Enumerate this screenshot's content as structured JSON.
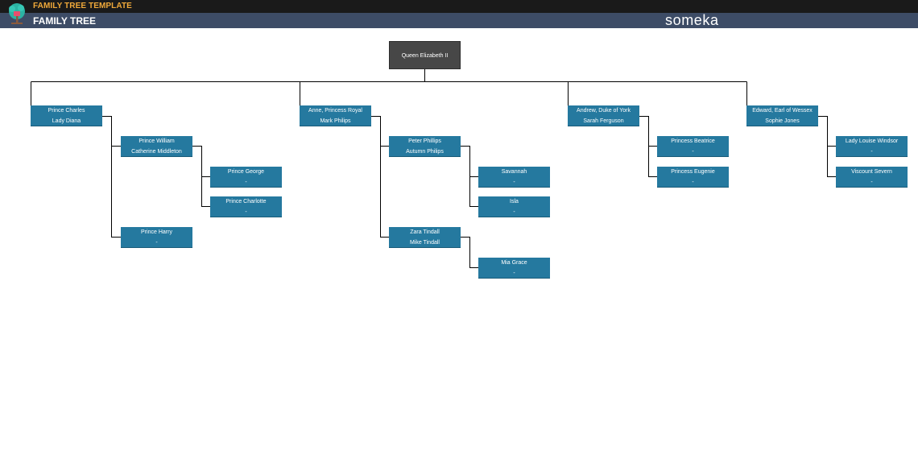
{
  "header": {
    "app_title": "FAMILY TREE TEMPLATE",
    "page_title": "FAMILY TREE",
    "brand": "someka",
    "logo_icon": "family-tree-logo-icon"
  },
  "colors": {
    "top_bar": "#1a1a1a",
    "title_bar": "#3d4c66",
    "app_title": "#f0a93a",
    "node": "#25799f",
    "root_node": "#474747",
    "connector": "#000000"
  },
  "tree": {
    "root": {
      "name": "Queen Elizabeth II"
    },
    "nodes": {
      "charles": {
        "line1": "Prince Charles",
        "line2": "Lady Diana"
      },
      "anne": {
        "line1": "Anne, Princess Royal",
        "line2": "Mark Philips"
      },
      "andrew": {
        "line1": "Andrew, Duke of York",
        "line2": "Sarah Ferguson"
      },
      "edward": {
        "line1": "Edward, Earl of Wessex",
        "line2": "Sophie Jones"
      },
      "william": {
        "line1": "Prince William",
        "line2": "Catherine Middleton"
      },
      "harry": {
        "line1": "Prince Harry",
        "line2": "-"
      },
      "george": {
        "line1": "Prince George",
        "line2": "-"
      },
      "charlotte": {
        "line1": "Prince Charlotte",
        "line2": "-"
      },
      "peter": {
        "line1": "Peter Phillips",
        "line2": "Autumn Philips"
      },
      "zara": {
        "line1": "Zara Tindall",
        "line2": "Mike Tindall"
      },
      "savannah": {
        "line1": "Savannah",
        "line2": "-"
      },
      "isla": {
        "line1": "Isla",
        "line2": "-"
      },
      "mia": {
        "line1": "Mia Grace",
        "line2": "-"
      },
      "beatrice": {
        "line1": "Princess Beatrice",
        "line2": "-"
      },
      "eugenie": {
        "line1": "Princess Eugenie",
        "line2": "-"
      },
      "louise": {
        "line1": "Lady Louise Windsor",
        "line2": "-"
      },
      "severn": {
        "line1": "Viscount Severn",
        "line2": "-"
      }
    }
  }
}
